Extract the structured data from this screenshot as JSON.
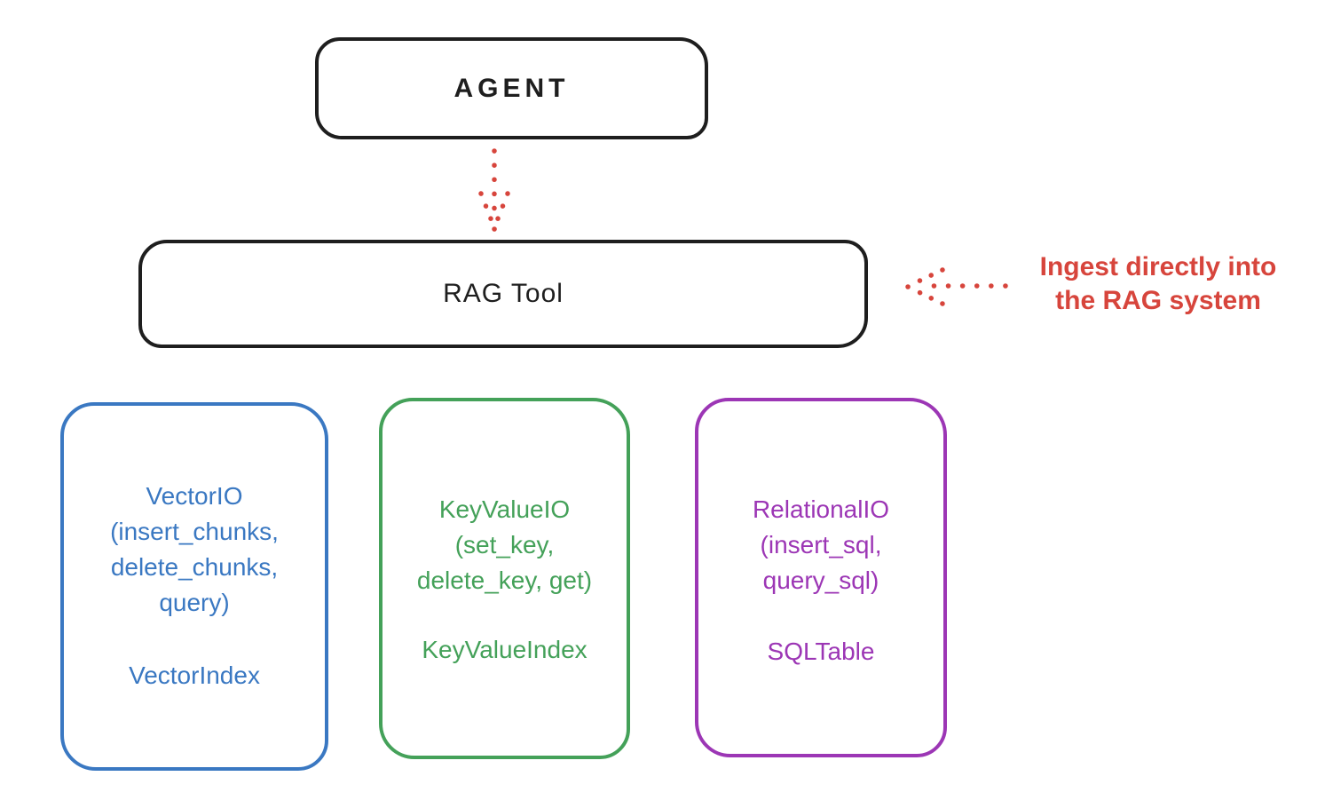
{
  "agent_box": {
    "label": "AGENT"
  },
  "rag_tool_box": {
    "label": "RAG Tool"
  },
  "annotation": {
    "text": "Ingest directly into\nthe RAG system"
  },
  "arrows": {
    "agent_to_rag_tool": "dotted-down-arrow",
    "ingest_into_rag": "dotted-left-arrow"
  },
  "io_boxes": [
    {
      "id": "vector-io",
      "methods": "VectorIO\n(insert_chunks,\ndelete_chunks,\nquery)",
      "index_label": "VectorIndex",
      "color": "#3a78c2"
    },
    {
      "id": "keyvalue-io",
      "methods": "KeyValueIO\n(set_key,\ndelete_key, get)",
      "index_label": "KeyValueIndex",
      "color": "#44a159"
    },
    {
      "id": "relational-io",
      "methods": "RelationalIO\n(insert_sql,\nquery_sql)",
      "index_label": "SQLTable",
      "color": "#9c36b5"
    }
  ],
  "colors": {
    "box_stroke": "#1e1e1e",
    "annotation_red": "#d7453c",
    "vector_blue": "#3a78c2",
    "keyvalue_green": "#44a159",
    "relational_purple": "#9c36b5",
    "background": "#ffffff"
  }
}
